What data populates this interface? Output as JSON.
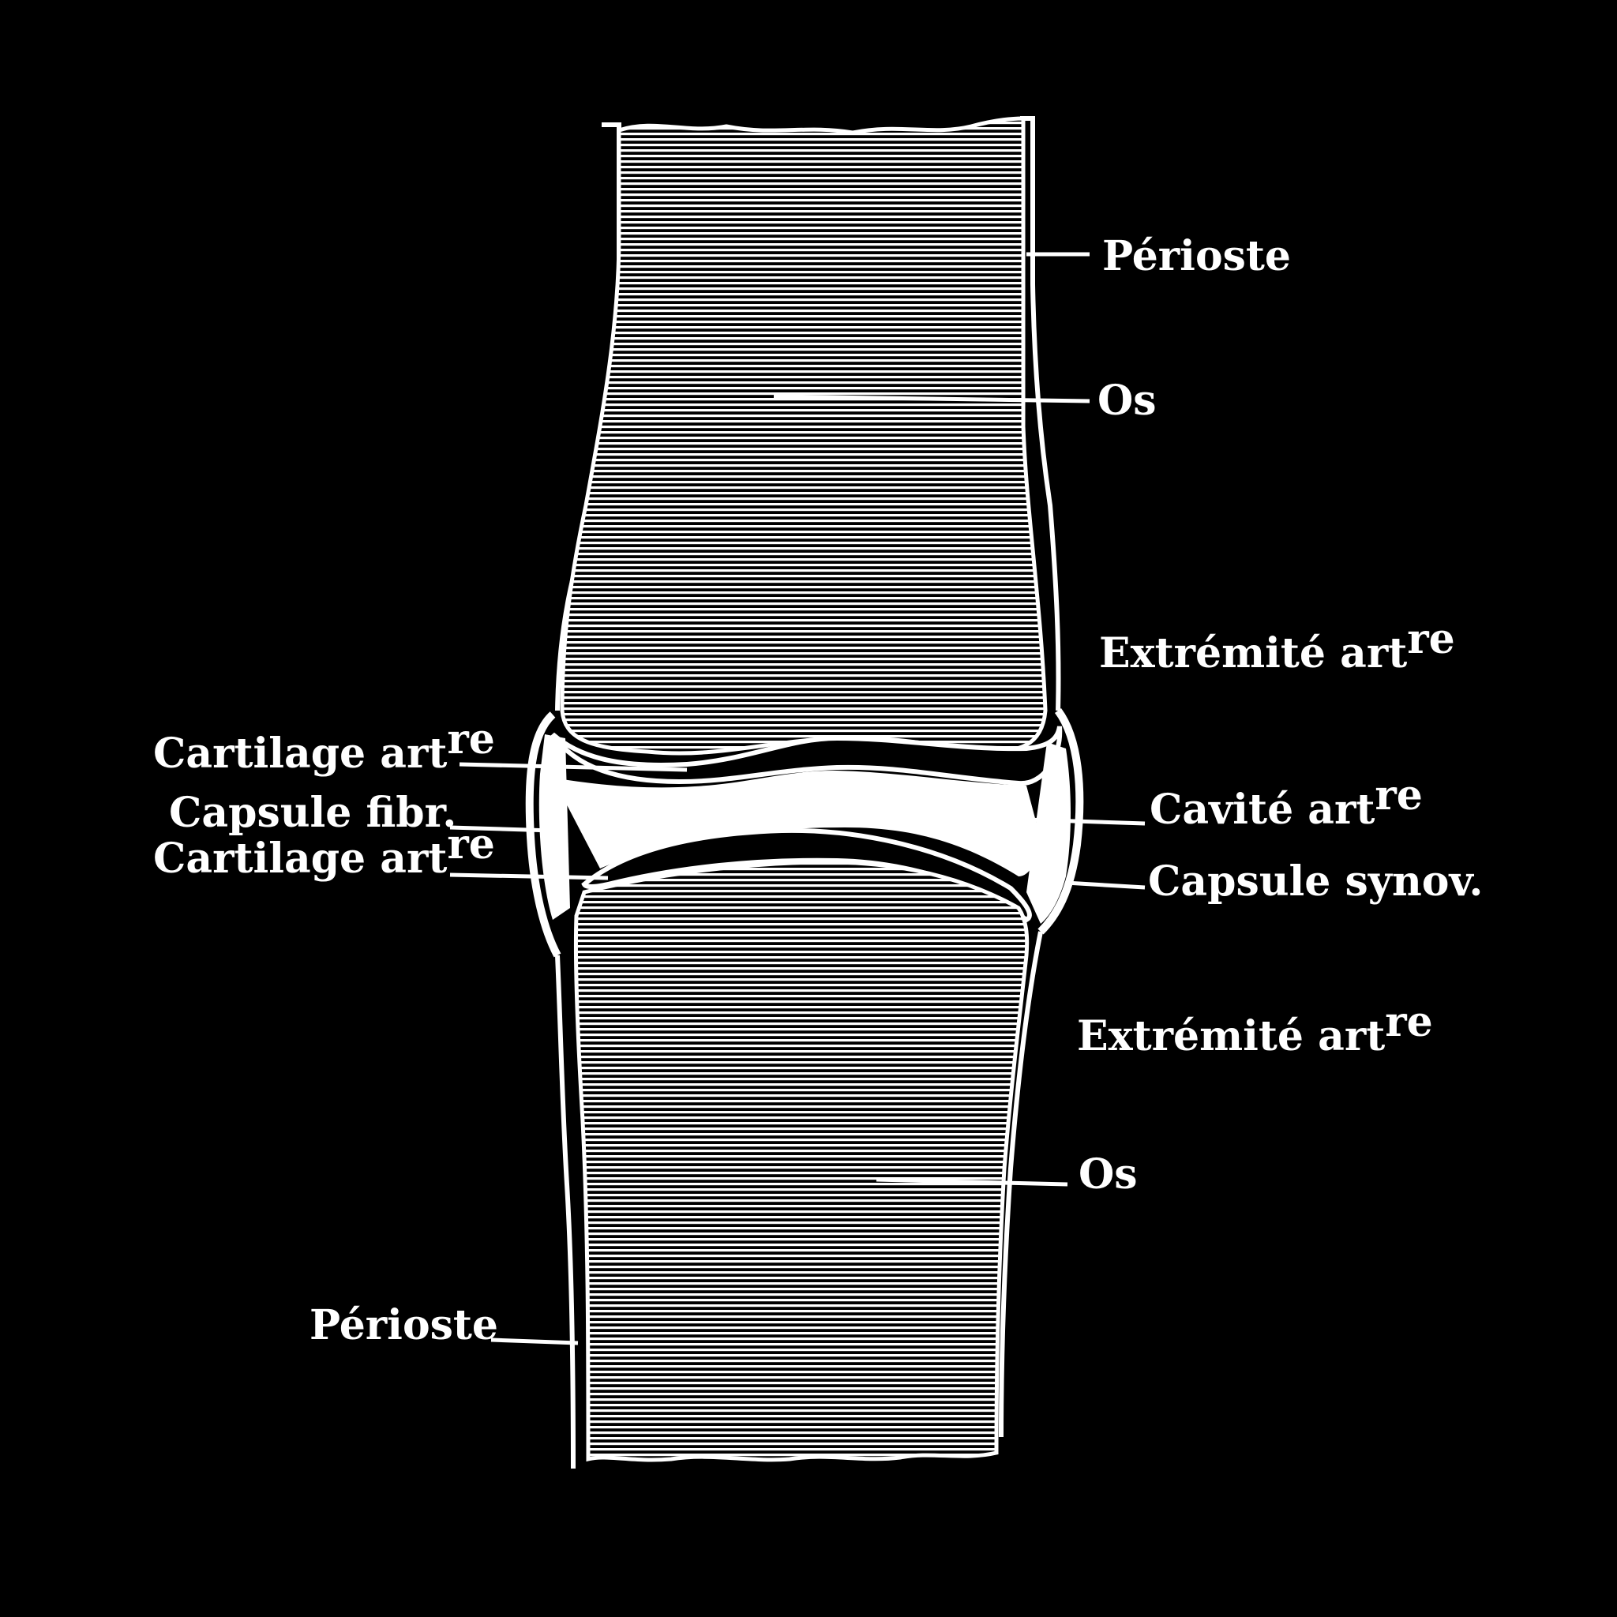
{
  "colors": {
    "background": "#000000",
    "ink": "#ffffff"
  },
  "labels": {
    "perioste_top": "Périoste",
    "os_top": "Os",
    "extremite_top": {
      "text": "Extrémité art",
      "sup": "re"
    },
    "cartilage_left_top": {
      "text": "Cartilage art",
      "sup": "re"
    },
    "capsule_fibr": "Capsule fibr.",
    "cartilage_left_bottom": {
      "text": "Cartilage art",
      "sup": "re"
    },
    "cavite": {
      "text": "Cavité art",
      "sup": "re"
    },
    "capsule_synov": "Capsule synov.",
    "extremite_bottom": {
      "text": "Extrémité art",
      "sup": "re"
    },
    "os_bottom": "Os",
    "perioste_bottom": "Périoste"
  }
}
